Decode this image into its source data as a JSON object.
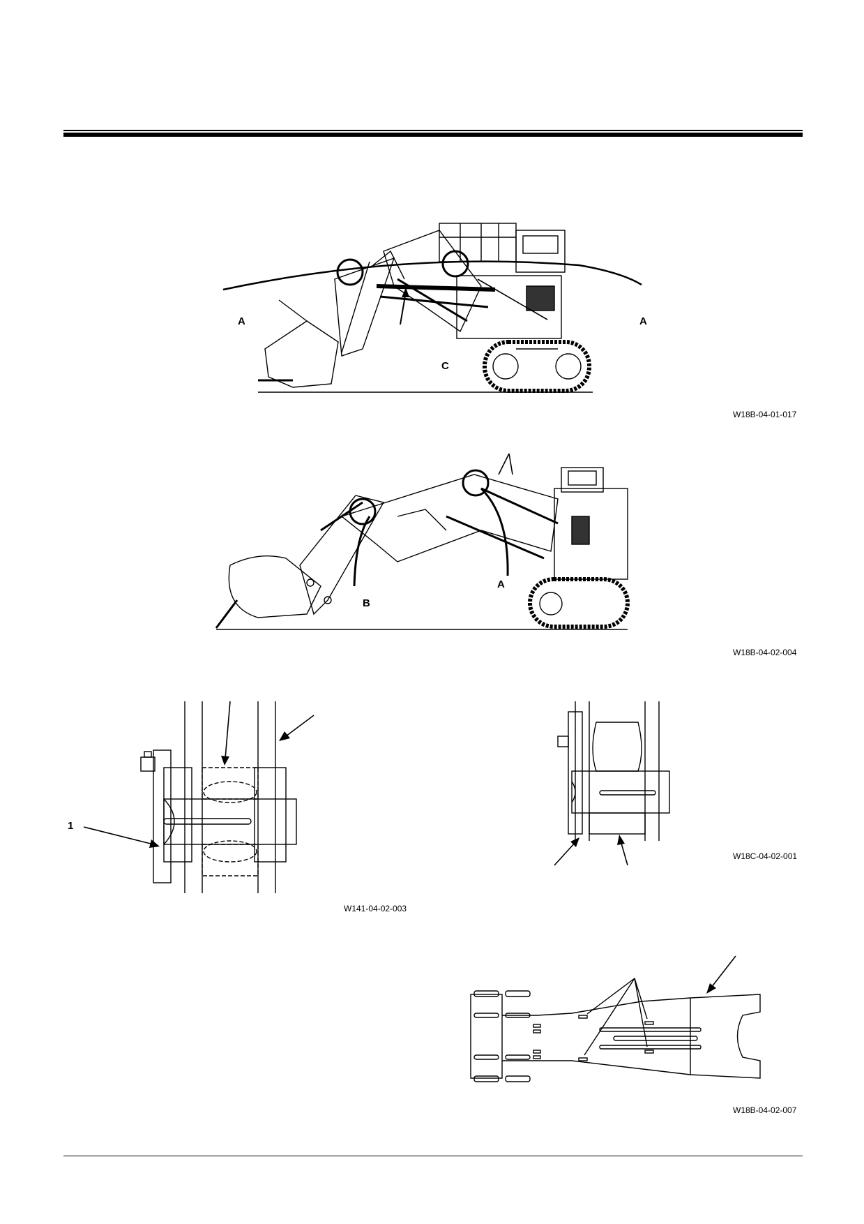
{
  "figures": [
    {
      "id": "fig1",
      "caption": "W18B-04-01-017",
      "labels": {
        "left_a": "A",
        "right_a": "A",
        "arrow_c": "C"
      }
    },
    {
      "id": "fig2",
      "caption": "W18B-04-02-004",
      "labels": {
        "a": "A",
        "b": "B"
      }
    },
    {
      "id": "fig3",
      "caption": "W141-04-02-003",
      "labels": {
        "one": "1"
      }
    },
    {
      "id": "fig4",
      "caption": "W18C-04-02-001",
      "labels": {}
    },
    {
      "id": "fig5",
      "caption": "W18B-04-02-007",
      "labels": {}
    }
  ]
}
